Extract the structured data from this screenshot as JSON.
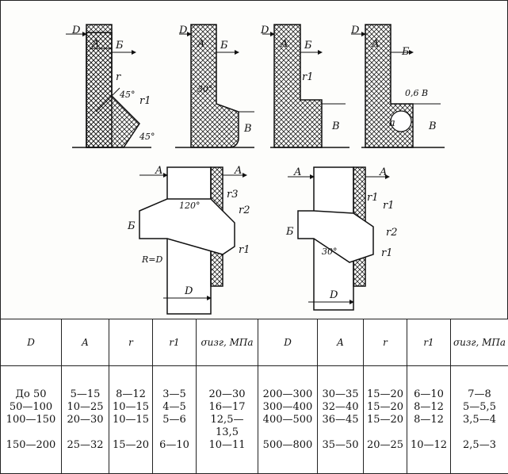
{
  "figures": {
    "labels": {
      "D": "D",
      "A": "A",
      "B": "Б",
      "V": "В",
      "r": "r",
      "r1": "r1",
      "r2": "r2",
      "r3": "r3",
      "a45": "45°",
      "a30": "30°",
      "a120": "120°",
      "half_b": "0,6 B",
      "R_eq_D": "R=D",
      "small_a": "a"
    }
  },
  "table": {
    "headers": [
      "D",
      "A",
      "r",
      "r1",
      "σизг, МПа",
      "D",
      "A",
      "r",
      "r1",
      "σизг, МПа"
    ],
    "columns": [
      "До 50\n50—100\n100—150\n\n150—200",
      "5—15\n10—25\n20—30\n\n25—32",
      "8—12\n10—15\n10—15\n\n15—20",
      "3—5\n4—5\n5—6\n\n6—10",
      "20—30\n16—17\n12,5—\n13,5\n10—11",
      "200—300\n300—400\n400—500\n\n500—800",
      "30—35\n32—40\n36—45\n\n35—50",
      "15—20\n15—20\n15—20\n\n20—25",
      "6—10\n8—12\n8—12\n\n10—12",
      "7—8\n5—5,5\n3,5—4\n\n2,5—3"
    ]
  }
}
